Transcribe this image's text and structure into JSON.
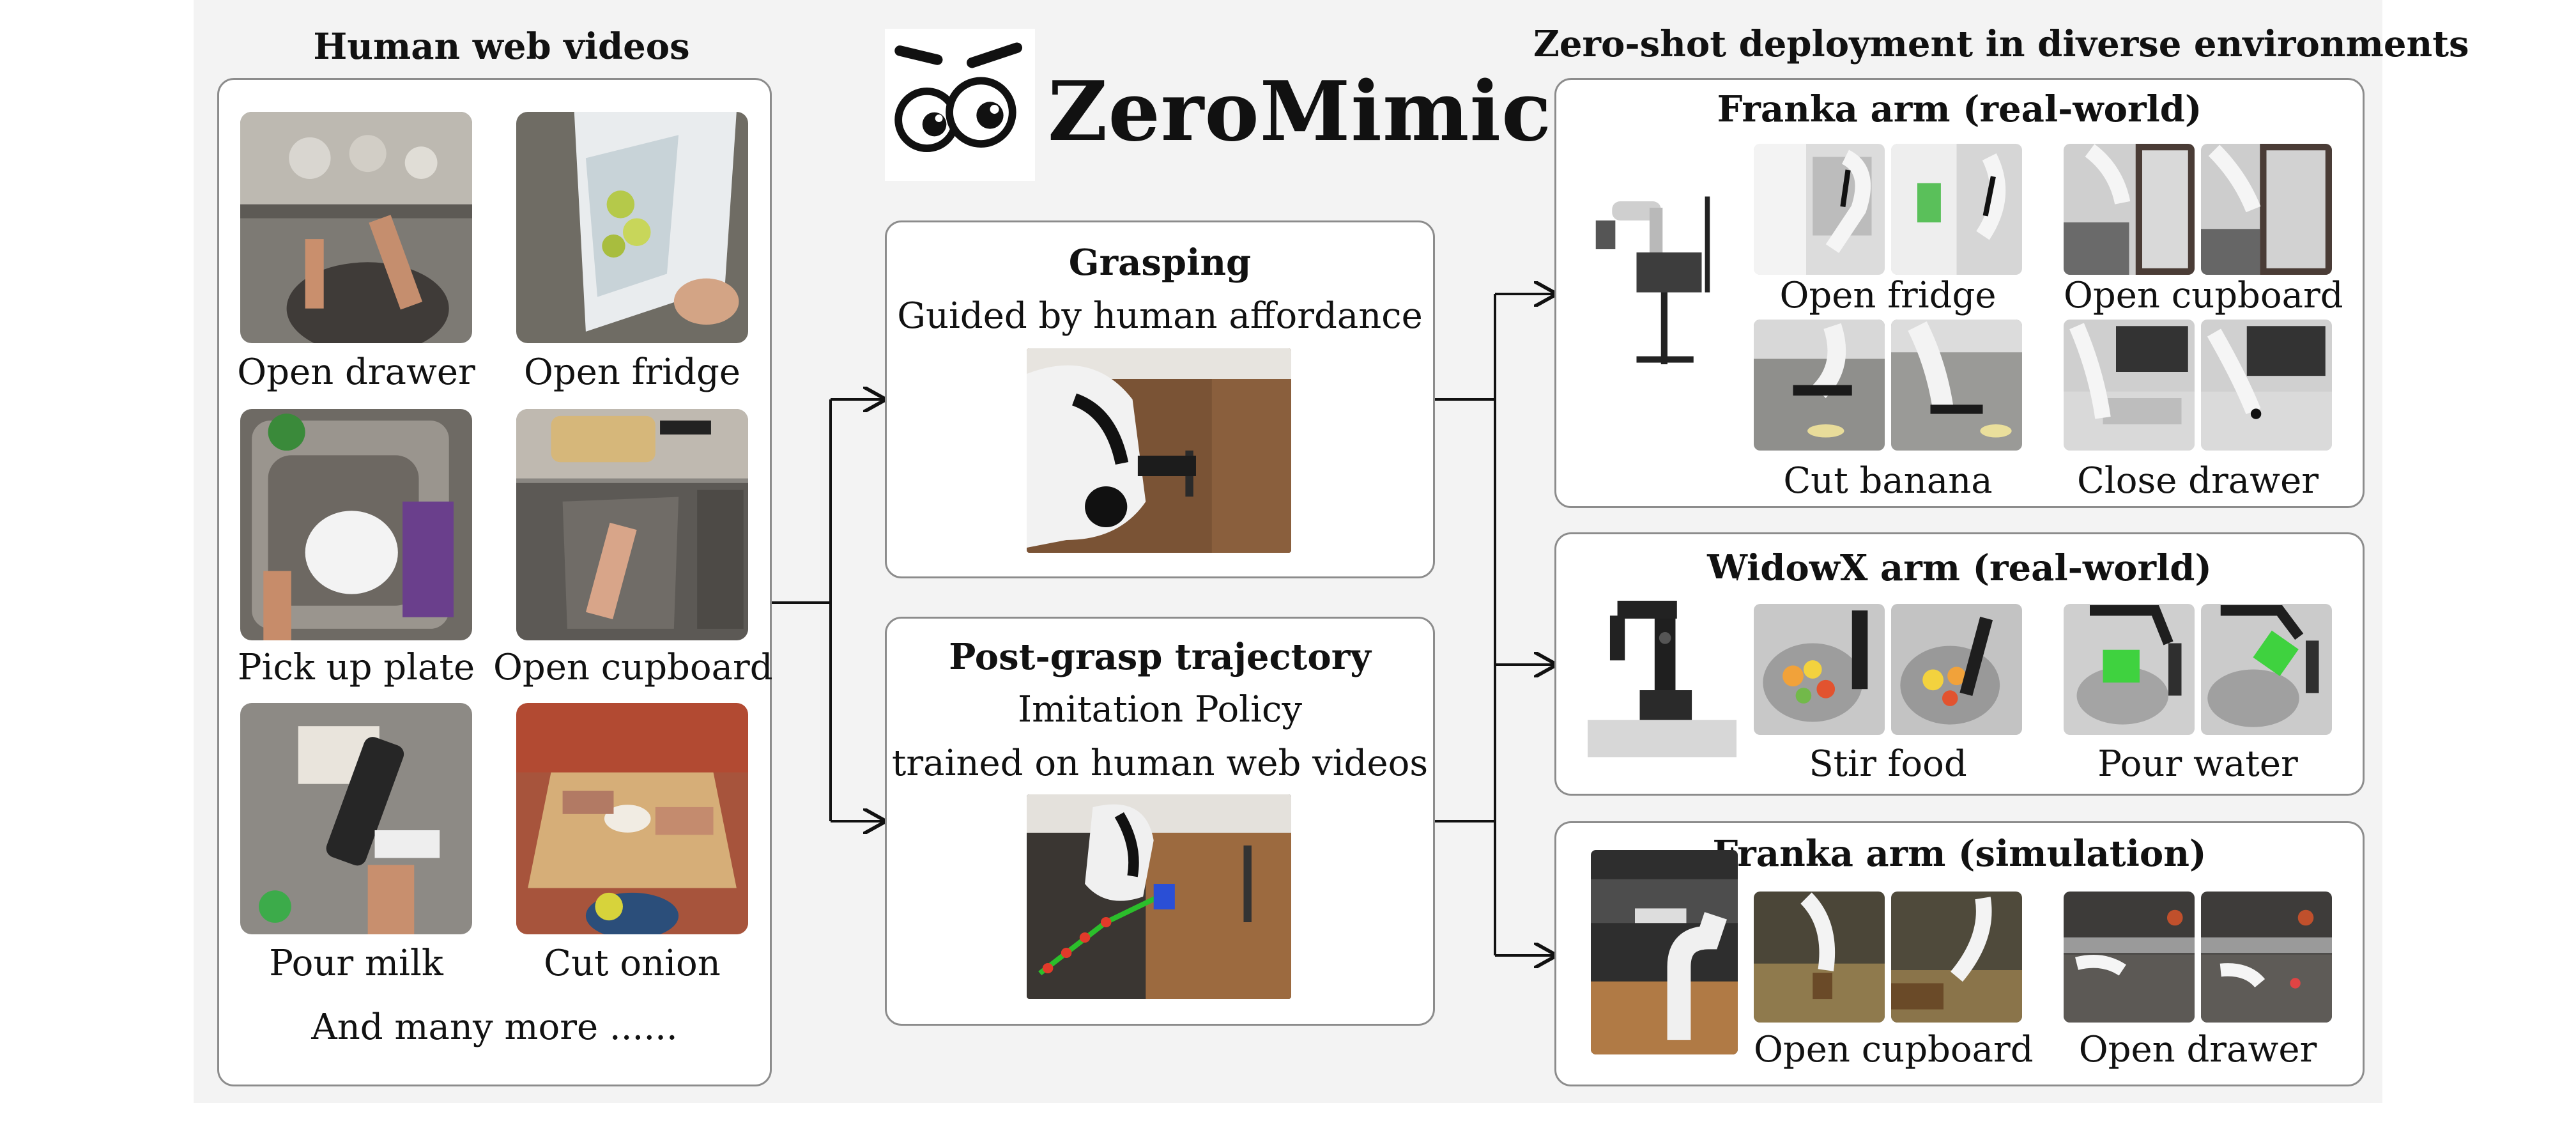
{
  "logo": {
    "name": "ZeroMimic",
    "icon": "googly-eyes-icon"
  },
  "human_videos": {
    "title": "Human web videos",
    "tasks": [
      {
        "label": "Open drawer"
      },
      {
        "label": "Open fridge"
      },
      {
        "label": "Pick up plate"
      },
      {
        "label": "Open cupboard"
      },
      {
        "label": "Pour milk"
      },
      {
        "label": "Cut onion"
      }
    ],
    "more": "And many more ......"
  },
  "grasping": {
    "title": "Grasping",
    "subtitle": "Guided by human affordance"
  },
  "post_grasp": {
    "title": "Post-grasp trajectory",
    "line1": "Imitation Policy",
    "line2": "trained on human web videos"
  },
  "deployment": {
    "title": "Zero-shot deployment in diverse environments",
    "franka_real": {
      "title": "Franka arm (real-world)",
      "tasks": [
        "Open fridge",
        "Open cupboard",
        "Cut banana",
        "Close drawer"
      ]
    },
    "widowx": {
      "title": "WidowX arm (real-world)",
      "tasks": [
        "Stir food",
        "Pour water"
      ]
    },
    "franka_sim": {
      "title": "Franka arm (simulation)",
      "tasks": [
        "Open cupboard",
        "Open drawer"
      ]
    }
  },
  "colors": {
    "background": "#f3f3f3",
    "panel_border": "#8c8c8c",
    "arrow": "#111111"
  }
}
